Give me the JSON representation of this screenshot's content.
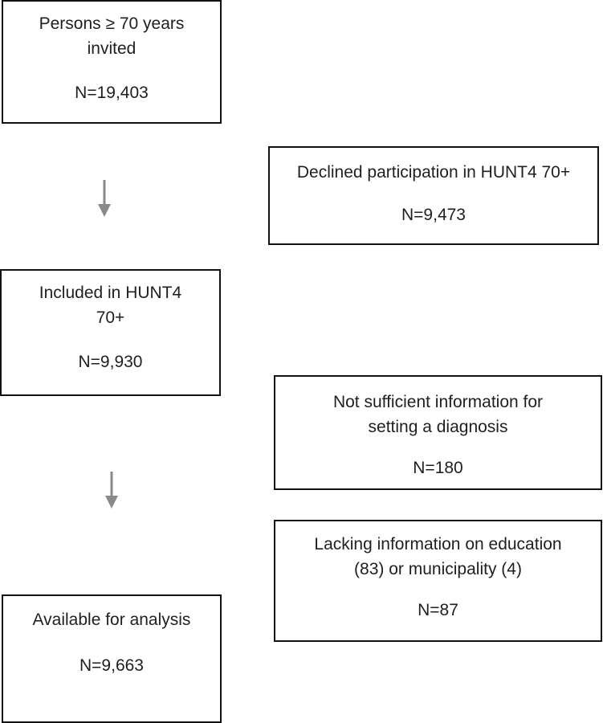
{
  "boxes": {
    "invited": {
      "lines": [
        "Persons ≥ 70 years",
        "invited"
      ],
      "count": "N=19,403"
    },
    "declined": {
      "lines": [
        "Declined participation in HUNT4 70+"
      ],
      "count": "N=9,473"
    },
    "included": {
      "lines": [
        "Included in HUNT4",
        "70+"
      ],
      "count": "N=9,930"
    },
    "insufficient": {
      "lines": [
        "Not sufficient information for",
        "setting a diagnosis"
      ],
      "count": "N=180"
    },
    "lacking": {
      "lines": [
        "Lacking information on education",
        "(83) or municipality (4)"
      ],
      "count": "N=87"
    },
    "available": {
      "lines": [
        "Available for analysis"
      ],
      "count": "N=9,663"
    }
  },
  "colors": {
    "border": "#111111",
    "arrow": "#8a8a8a",
    "text": "#1f1f1f"
  }
}
